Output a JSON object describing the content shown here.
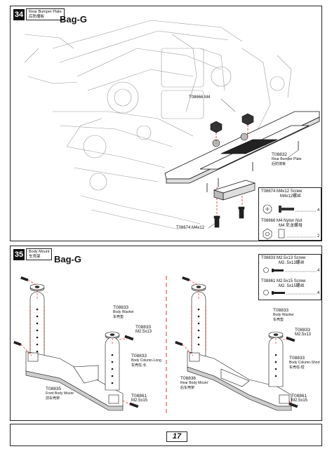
{
  "step34": {
    "number": "34",
    "title_en": "Rear Bumper Plate",
    "title_cn": "后防撞板",
    "bag": "Bag-G",
    "labels": {
      "m4_nut": "T08666 M4",
      "bumper_code": "T08832",
      "bumper_en": "Rear Bumper Plate",
      "bumper_cn": "后防撞板",
      "screw_code": "T08674 M4x12"
    },
    "parts": [
      {
        "line1": "T08674  M4x12 Screw",
        "line2": "M4x12螺丝",
        "qty": "4"
      },
      {
        "line1": "T08666  M4 Nylon Nut",
        "line2": "M4  尼龙螺母",
        "qty": "2"
      }
    ]
  },
  "step35": {
    "number": "35",
    "title_en": "Body Mount",
    "title_cn": "车壳架",
    "bag": "Bag-G",
    "parts": [
      {
        "line1": "T08833  M2.5x13 Screw",
        "line2": "M2. 5x13螺丝",
        "qty": "4"
      },
      {
        "line1": "T08861  M2.5x15 Screw",
        "line2": "M2. 5x15螺丝",
        "qty": "4"
      }
    ],
    "left": {
      "washer_code": "T08833",
      "washer_en": "Body Washer",
      "washer_cn": "车壳垫",
      "screw13_code": "T08833",
      "screw13_size": "M2.5x13",
      "column_code": "T08833",
      "column_en": "Body Column-Long",
      "column_cn": "车壳柱-长",
      "mount_code": "T08835",
      "mount_en": "Front Body Mount",
      "mount_cn": "前车壳架",
      "screw15_code": "T08861",
      "screw15_size": "M2.5x15"
    },
    "right": {
      "washer_code": "T08833",
      "washer_en": "Body Washer",
      "washer_cn": "车壳垫",
      "screw13_code": "T08833",
      "screw13_size": "M2.5x13",
      "column_code": "T08833",
      "column_en": "Body Column-Short",
      "column_cn": "车壳柱-短",
      "mount_code": "T08836",
      "mount_en": "Rear Body Mount",
      "mount_cn": "后车壳架",
      "screw15_code": "T08861",
      "screw15_size": "M2.5x15"
    }
  },
  "page": {
    "number": "17"
  }
}
